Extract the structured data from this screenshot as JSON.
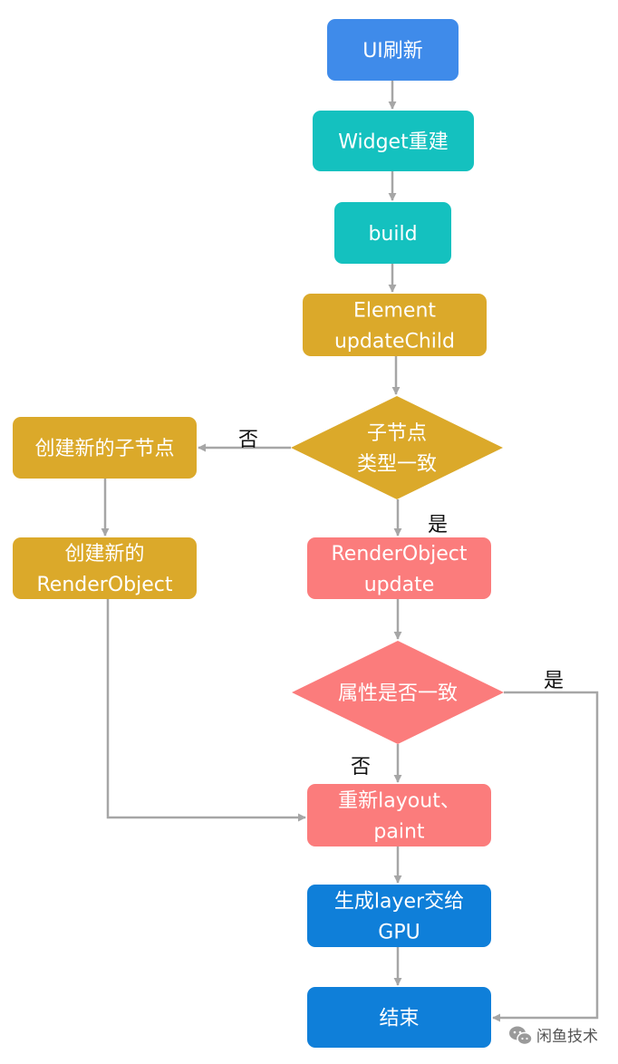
{
  "colors": {
    "blue": "#3f8bea",
    "teal": "#14c1bf",
    "gold": "#dba92a",
    "pink": "#fb7c7c",
    "deep_blue": "#0f7fd9",
    "arrow": "#a6a6a6"
  },
  "nodes": {
    "ui_refresh": {
      "lines": [
        "UI刷新"
      ],
      "shape": "rounded-rect",
      "color": "blue"
    },
    "widget_rebuild": {
      "lines": [
        "Widget重建"
      ],
      "shape": "rounded-rect",
      "color": "teal"
    },
    "build": {
      "lines": [
        "build"
      ],
      "shape": "rounded-rect",
      "color": "teal"
    },
    "element_update_child": {
      "lines": [
        "Element",
        "updateChild"
      ],
      "shape": "rounded-rect",
      "color": "gold"
    },
    "same_type_decision": {
      "lines": [
        "子节点",
        "类型一致"
      ],
      "shape": "diamond",
      "color": "gold"
    },
    "create_child": {
      "lines": [
        "创建新的子节点"
      ],
      "shape": "rounded-rect",
      "color": "gold"
    },
    "create_render_object": {
      "lines": [
        "创建新的",
        "RenderObject"
      ],
      "shape": "rounded-rect",
      "color": "gold"
    },
    "render_object_update": {
      "lines": [
        "RenderObject",
        "update"
      ],
      "shape": "rounded-rect",
      "color": "pink"
    },
    "attrs_same_decision": {
      "lines": [
        "属性是否一致"
      ],
      "shape": "diamond",
      "color": "pink"
    },
    "relayout_paint": {
      "lines": [
        "重新layout、",
        "paint"
      ],
      "shape": "rounded-rect",
      "color": "pink"
    },
    "gen_layer": {
      "lines": [
        "生成layer交给",
        "GPU"
      ],
      "shape": "rounded-rect",
      "color": "deep_blue"
    },
    "end": {
      "lines": [
        "结束"
      ],
      "shape": "rounded-rect",
      "color": "deep_blue"
    }
  },
  "edges": [
    {
      "from": "ui_refresh",
      "to": "widget_rebuild",
      "label": ""
    },
    {
      "from": "widget_rebuild",
      "to": "build",
      "label": ""
    },
    {
      "from": "build",
      "to": "element_update_child",
      "label": ""
    },
    {
      "from": "element_update_child",
      "to": "same_type_decision",
      "label": ""
    },
    {
      "from": "same_type_decision",
      "to": "create_child",
      "label": "否"
    },
    {
      "from": "same_type_decision",
      "to": "render_object_update",
      "label": "是"
    },
    {
      "from": "create_child",
      "to": "create_render_object",
      "label": ""
    },
    {
      "from": "create_render_object",
      "to": "relayout_paint",
      "label": ""
    },
    {
      "from": "render_object_update",
      "to": "attrs_same_decision",
      "label": ""
    },
    {
      "from": "attrs_same_decision",
      "to": "relayout_paint",
      "label": "否"
    },
    {
      "from": "attrs_same_decision",
      "to": "end",
      "label": "是"
    },
    {
      "from": "relayout_paint",
      "to": "gen_layer",
      "label": ""
    },
    {
      "from": "gen_layer",
      "to": "end",
      "label": ""
    }
  ],
  "watermark": {
    "text": "闲鱼技术",
    "icon": "wechat-icon"
  }
}
